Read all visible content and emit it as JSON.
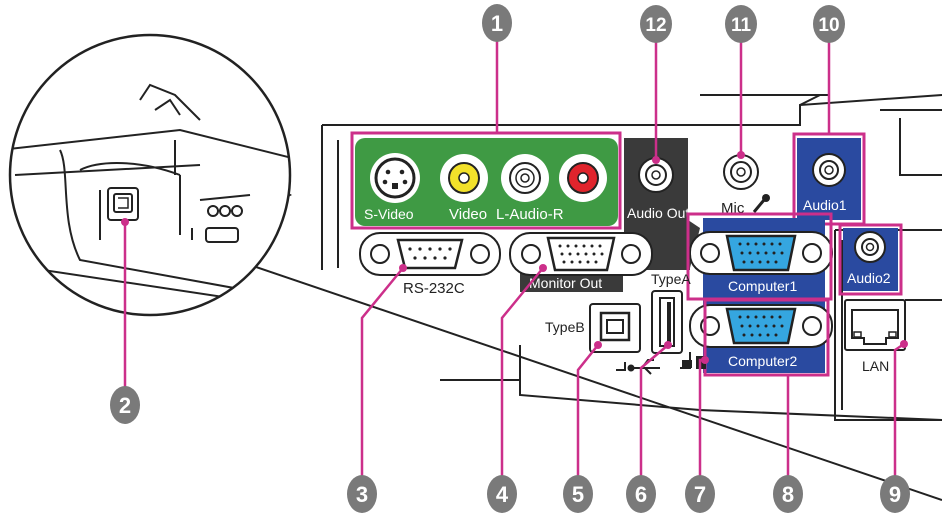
{
  "callouts": [
    "1",
    "2",
    "3",
    "4",
    "5",
    "6",
    "7",
    "8",
    "9",
    "10",
    "11",
    "12"
  ],
  "port_labels": {
    "s_video": "S-Video",
    "video": "Video",
    "audio_lr": "L-Audio-R",
    "audio_out": "Audio Out",
    "mic": "Mic",
    "audio1": "Audio1",
    "audio2": "Audio2",
    "rs232c": "RS-232C",
    "monitor_out": "Monitor Out",
    "computer1": "Computer1",
    "computer2": "Computer2",
    "type_a": "TypeA",
    "type_b": "TypeB",
    "lan": "LAN"
  },
  "colors": {
    "highlight": "#cc2f8a",
    "green_panel": "#3f9a44",
    "blue_panel": "#2a4aa0",
    "dark_panel": "#3a3a3a",
    "callout_fill": "#7a7a7a",
    "vga_blue": "#35a6e0",
    "rca_yellow": "#f2e12a",
    "rca_red": "#e0242c"
  },
  "icons": [
    "usb-icon",
    "mic-icon",
    "monitor-icon",
    "lan-port-icon"
  ]
}
